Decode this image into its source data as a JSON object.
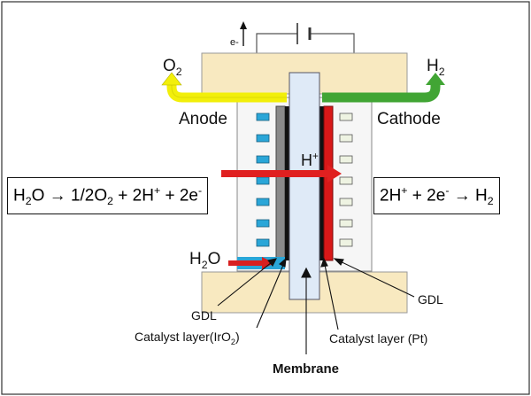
{
  "labels": {
    "electron": "e-",
    "anode": "Anode",
    "cathode": "Cathode",
    "proton": "H",
    "proton_sup": "+",
    "o2_base": "O",
    "o2_sub": "2",
    "h2_base": "H",
    "h2_sub": "2",
    "water_base": "H",
    "water_sub": "2",
    "water_tail": "O",
    "gdl_left": "GDL",
    "gdl_right": "GDL",
    "catalyst_left": "Catalyst layer(IrO",
    "catalyst_left_sub": "2",
    "catalyst_left_tail": ")",
    "catalyst_right": "Catalyst layer (Pt)",
    "membrane": "Membrane"
  },
  "equations": {
    "anode": {
      "p1": "H",
      "s1": "2",
      "p2": "O → 1/2O",
      "s2": "2",
      "p3": " + 2H",
      "u1": "+",
      "p4": " + 2e",
      "u2": "-"
    },
    "cathode": {
      "p1": "2H",
      "u1": "+",
      "p2": " + 2e",
      "u2": "-",
      "p3": " → H",
      "s1": "2"
    }
  },
  "colors": {
    "plate": "#f8e9c0",
    "membrane": "#dfeaf7",
    "anode_arrow": "#f2ef0a",
    "cathode_arrow": "#41a534",
    "proton_arrow": "#e02020",
    "anode_channel": "#2aa6d8",
    "cathode_channel": "#e8f0d8",
    "catalyst_anode": "#111111",
    "gdl_anode": "#8a8a8a",
    "catalyst_cathode": "#d81818"
  },
  "icons": [
    "battery-icon",
    "electron-arrow-icon"
  ]
}
